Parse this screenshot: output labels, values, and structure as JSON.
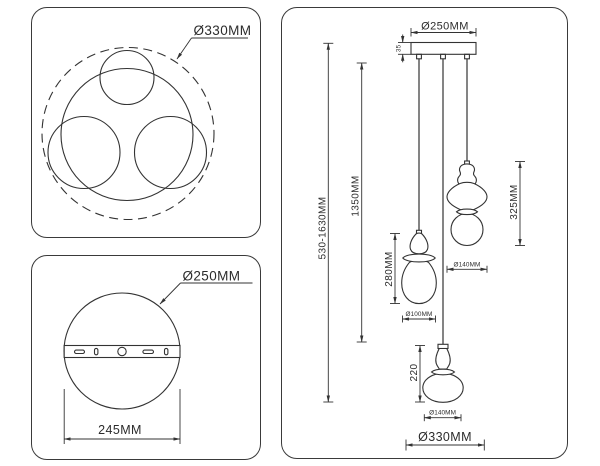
{
  "colors": {
    "line": "#333333",
    "background": "#ffffff"
  },
  "top_view": {
    "overall_diameter": "Ø330MM"
  },
  "canopy_bottom_view": {
    "canopy_diameter": "Ø250MM",
    "mount_width": "245MM"
  },
  "front_view": {
    "canopy_diameter": "Ø250MM",
    "canopy_thickness": "35",
    "overall_height": "530-1630MM",
    "cord_length": "1350MM",
    "shade_a_height": "280MM",
    "shade_a_diameter": "Ø100MM",
    "shade_b_height": "325MM",
    "shade_b_diameter": "Ø140MM",
    "shade_c_height": "220",
    "shade_c_diameter": "Ø140MM",
    "overall_width": "Ø330MM"
  }
}
